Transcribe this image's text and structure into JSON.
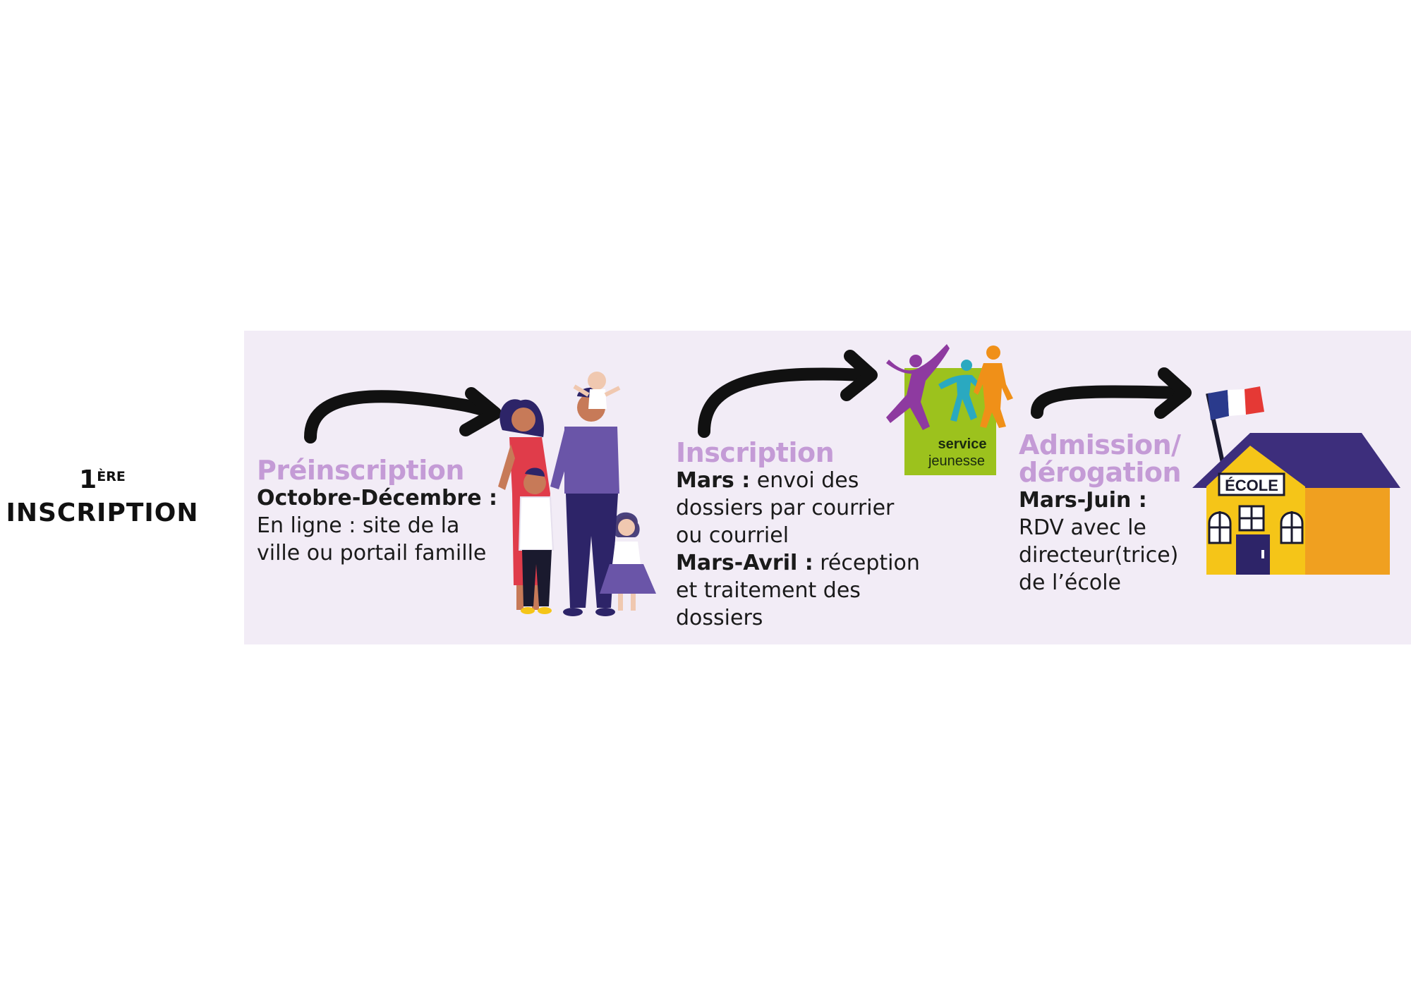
{
  "side_title": {
    "number": "1",
    "superscript": "ÈRE",
    "word": "INSCRIPTION"
  },
  "steps": [
    {
      "title": "Préinscription",
      "lines": [
        {
          "bold": "Octobre-Décembre :",
          "text": ""
        },
        {
          "bold": "",
          "text": "En ligne : site de la"
        },
        {
          "bold": "",
          "text": "ville ou portail famille"
        }
      ]
    },
    {
      "title": "Inscription",
      "lines": [
        {
          "bold": "Mars :",
          "text": " envoi des"
        },
        {
          "bold": "",
          "text": "dossiers par courrier"
        },
        {
          "bold": "",
          "text": "ou courriel"
        },
        {
          "bold": "Mars-Avril :",
          "text": " réception"
        },
        {
          "bold": "",
          "text": "et traitement des"
        },
        {
          "bold": "",
          "text": "dossiers"
        }
      ]
    },
    {
      "title_lines": [
        "Admission/",
        "dérogation"
      ],
      "lines": [
        {
          "bold": "Mars-Juin :",
          "text": ""
        },
        {
          "bold": "",
          "text": "RDV avec le"
        },
        {
          "bold": "",
          "text": "directeur(trice)"
        },
        {
          "bold": "",
          "text": "de l’école"
        }
      ]
    }
  ],
  "logo": {
    "line1": "service",
    "line2": "jeunesse"
  },
  "school_sign": "ÉCOLE",
  "icons": [
    "arrow-icon",
    "family-illustration",
    "service-jeunesse-logo",
    "school-building-illustration",
    "french-flag-icon"
  ],
  "colors": {
    "banner": "#f2ecf6",
    "title_purple": "#c49bd6",
    "logo_green": "#9cc21d",
    "roof": "#3d2e7c",
    "wall_yellow": "#f5c518",
    "wall_orange": "#f0a020"
  }
}
